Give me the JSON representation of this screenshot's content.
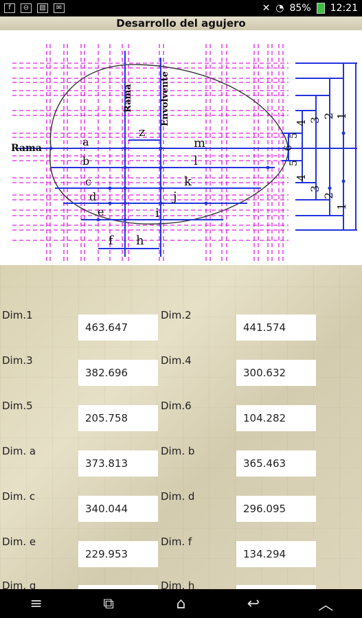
{
  "status": {
    "battery": "85%",
    "time": "12:21"
  },
  "title": "Desarrollo del agujero",
  "diagram": {
    "labels": {
      "rama": "Rama",
      "rama_v": "Rama",
      "envolvente": "Envolvente",
      "a": "a",
      "b": "b",
      "c": "c",
      "d": "d",
      "e": "e",
      "f": "f",
      "h": "h",
      "z": "z",
      "m": "m",
      "l": "l",
      "k": "k",
      "j": "j",
      "i": "i",
      "n1": "1",
      "n2": "2",
      "n3": "3",
      "n4": "4",
      "n5": "5",
      "n6": "6"
    }
  },
  "dims": [
    {
      "l1": "Dim.1",
      "v1": "463.647",
      "l2": "Dim.2",
      "v2": "441.574"
    },
    {
      "l1": "Dim.3",
      "v1": "382.696",
      "l2": "Dim.4",
      "v2": "300.632"
    },
    {
      "l1": "Dim.5",
      "v1": "205.758",
      "l2": "Dim.6",
      "v2": "104.282"
    },
    {
      "l1": "Dim. a",
      "v1": "373.813",
      "l2": "Dim. b",
      "v2": "365.463"
    },
    {
      "l1": "Dim. c",
      "v1": "340.044",
      "l2": "Dim. d",
      "v2": "296.095"
    },
    {
      "l1": "Dim. e",
      "v1": "229.953",
      "l2": "Dim. f",
      "v2": "134.294"
    },
    {
      "l1": "Dim. g",
      "v1": "",
      "l2": "Dim. h",
      "v2": ""
    }
  ],
  "nav": {
    "menu": "menu-icon",
    "recent": "recent-apps-icon",
    "home": "home-icon",
    "back": "back-icon",
    "up": "chevron-up-icon"
  }
}
